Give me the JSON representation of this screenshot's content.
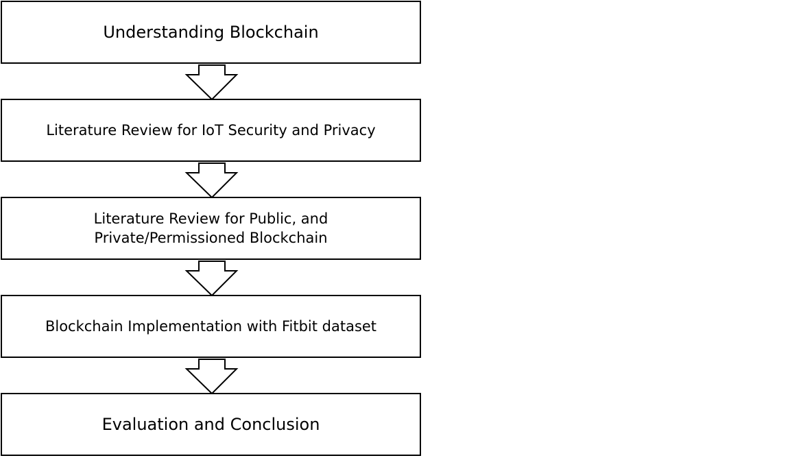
{
  "flowchart": {
    "steps": [
      {
        "line1": "Understanding Blockchain",
        "line2": ""
      },
      {
        "line1": "Literature Review for IoT Security and Privacy",
        "line2": ""
      },
      {
        "line1": "Literature Review for Public, and",
        "line2": "Private/Permissioned Blockchain"
      },
      {
        "line1": "Blockchain Implementation with Fitbit dataset",
        "line2": ""
      },
      {
        "line1": "Evaluation and Conclusion",
        "line2": ""
      }
    ]
  },
  "colors": {
    "stroke": "#000000",
    "fill": "#ffffff"
  }
}
